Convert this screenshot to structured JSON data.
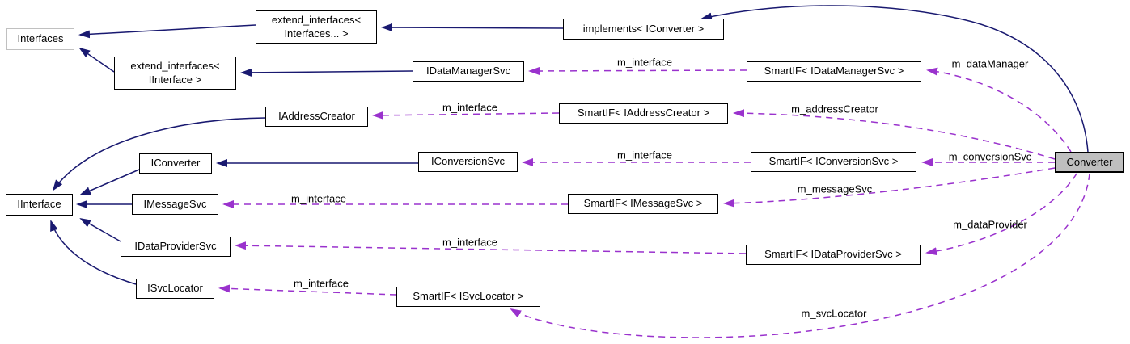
{
  "diagram": {
    "type": "doxygen-collaboration-graph",
    "colors": {
      "inheritance_edge": "#191970",
      "usage_edge": "#9a32cd",
      "node_border": "#000000",
      "node_fill": "#ffffff",
      "focus_node_fill": "#bfbfbf",
      "external_node_border": "#c0c0c0",
      "text": "#000000"
    },
    "nodes": [
      {
        "id": "interfaces",
        "label": "Interfaces"
      },
      {
        "id": "extend-variadic",
        "label": "extend_interfaces<\nInterfaces... >"
      },
      {
        "id": "extend-iinterface",
        "label": "extend_interfaces<\nIInterface >"
      },
      {
        "id": "implements-iconverter",
        "label": "implements< IConverter >"
      },
      {
        "id": "idatamanagersvc",
        "label": "IDataManagerSvc"
      },
      {
        "id": "smartif-idatamanagersvc",
        "label": "SmartIF< IDataManagerSvc >"
      },
      {
        "id": "iaddresscreator",
        "label": "IAddressCreator"
      },
      {
        "id": "smartif-iaddresscreator",
        "label": "SmartIF< IAddressCreator >"
      },
      {
        "id": "iconverter",
        "label": "IConverter"
      },
      {
        "id": "iconversionsvc",
        "label": "IConversionSvc"
      },
      {
        "id": "smartif-iconversionsvc",
        "label": "SmartIF< IConversionSvc >"
      },
      {
        "id": "converter",
        "label": "Converter"
      },
      {
        "id": "iinterface",
        "label": "IInterface"
      },
      {
        "id": "imessagesvc",
        "label": "IMessageSvc"
      },
      {
        "id": "smartif-imessagesvc",
        "label": "SmartIF< IMessageSvc >"
      },
      {
        "id": "idataprovidersvc",
        "label": "IDataProviderSvc"
      },
      {
        "id": "smartif-idataprovidersvc",
        "label": "SmartIF< IDataProviderSvc >"
      },
      {
        "id": "isvclocator",
        "label": "ISvcLocator"
      },
      {
        "id": "smartif-isvclocator",
        "label": "SmartIF< ISvcLocator >"
      }
    ],
    "usage_edges": [
      {
        "from": "smartif-idatamanagersvc",
        "to": "idatamanagersvc",
        "label": "m_interface"
      },
      {
        "from": "converter",
        "to": "smartif-idatamanagersvc",
        "label": "m_dataManager"
      },
      {
        "from": "smartif-iaddresscreator",
        "to": "iaddresscreator",
        "label": "m_interface"
      },
      {
        "from": "converter",
        "to": "smartif-iaddresscreator",
        "label": "m_addressCreator"
      },
      {
        "from": "smartif-iconversionsvc",
        "to": "iconversionsvc",
        "label": "m_interface"
      },
      {
        "from": "converter",
        "to": "smartif-iconversionsvc",
        "label": "m_conversionSvc"
      },
      {
        "from": "smartif-imessagesvc",
        "to": "imessagesvc",
        "label": "m_interface"
      },
      {
        "from": "converter",
        "to": "smartif-imessagesvc",
        "label": "m_messageSvc"
      },
      {
        "from": "smartif-idataprovidersvc",
        "to": "idataprovidersvc",
        "label": "m_interface"
      },
      {
        "from": "converter",
        "to": "smartif-idataprovidersvc",
        "label": "m_dataProvider"
      },
      {
        "from": "smartif-isvclocator",
        "to": "isvclocator",
        "label": "m_interface"
      },
      {
        "from": "converter",
        "to": "smartif-isvclocator",
        "label": "m_svcLocator"
      }
    ],
    "inheritance_edges": [
      {
        "from": "extend-variadic",
        "to": "interfaces"
      },
      {
        "from": "extend-iinterface",
        "to": "interfaces"
      },
      {
        "from": "implements-iconverter",
        "to": "extend-variadic"
      },
      {
        "from": "converter",
        "to": "implements-iconverter"
      },
      {
        "from": "idatamanagersvc",
        "to": "extend-iinterface"
      },
      {
        "from": "iconversionsvc",
        "to": "iconverter"
      },
      {
        "from": "iconverter",
        "to": "iinterface"
      },
      {
        "from": "iaddresscreator",
        "to": "iinterface"
      },
      {
        "from": "imessagesvc",
        "to": "iinterface"
      },
      {
        "from": "idataprovidersvc",
        "to": "iinterface"
      },
      {
        "from": "isvclocator",
        "to": "iinterface"
      }
    ]
  }
}
